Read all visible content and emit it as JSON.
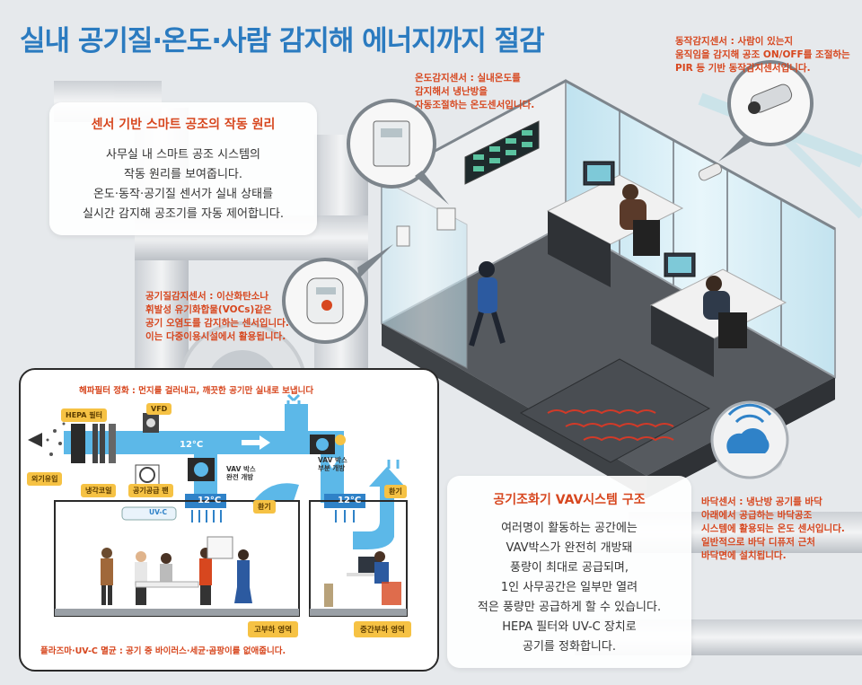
{
  "title": "실내 공기질·온도·사람 감지해 에너지까지 절감",
  "annotations": {
    "motion": [
      "동작감지센서 : 사람이 있는지",
      "움직임을 감지해 공조 ON/OFF를 조절하는",
      "PIR 등 기반 동작감지센서입니다."
    ],
    "temperature": [
      "온도감지센서 : 실내온도를",
      "감지해서 냉난방을",
      "자동조절하는 온도센서입니다."
    ],
    "air_quality": [
      "공기질감지센서 : 이산화탄소나",
      "휘발성 유기화합물(VOCs)같은",
      "공기 오염도를 감지하는 센서입니다.",
      "이는 다중이용시설에서 활용됩니다."
    ],
    "floor": [
      "바닥센서 : 냉난방 공기를 바닥",
      "아래에서 공급하는 바닥공조",
      "시스템에 활용되는 온도 센서입니다.",
      "일반적으로 바닥 디퓨저 근처",
      "바닥면에 설치됩니다."
    ]
  },
  "principle_card": {
    "title": "센서 기반 스마트 공조의 작동 원리",
    "lines": [
      "사무실 내 스마트 공조 시스템의",
      "작동 원리를 보여줍니다.",
      "온도·동작·공기질 센서가 실내 상태를",
      "실시간 감지해 공조기를 자동 제어합니다."
    ]
  },
  "vav_card": {
    "title": "공기조화기 VAV시스템 구조",
    "lines": [
      "여러명이 활동하는 공간에는",
      "VAV박스가 완전히 개방돼",
      "풍량이 최대로 공급되며,",
      "1인 사무공간은 일부만 열려",
      "적은 풍량만 공급하게 할 수 있습니다.",
      "HEPA 필터와 UV-C 장치로",
      "공기를 정화합니다."
    ]
  },
  "diagram": {
    "hepa_note": "헤파필터 정화 : 먼지를 걸러내고, 깨끗한 공기만 실내로 보냅니다",
    "plasma_note": "플라즈마·UV-C 멸균 : 공기 중 바이러스·세균·곰팡이를 없애줍니다.",
    "labels": {
      "hepa_filter": "HEPA 필터",
      "vfd": "VFD",
      "outdoor_intake": "외기유입",
      "cooling_coil": "냉각코일",
      "supply_fan": "공기공급 팬",
      "vav_full": "VAV 박스\n완전 개방",
      "vav_partial": "VAV 박스\n부분 개방",
      "exhaust_1": "환기",
      "exhaust_2": "환기",
      "temp_main": "12°C",
      "temp_left": "12°C",
      "temp_right": "12°C",
      "uvc": "UV-C",
      "high_load": "고부하 영역",
      "mid_load": "중간부하 영역"
    }
  },
  "colors": {
    "title": "#2b7bc0",
    "annotation": "#d7471f",
    "duct": "#5cb8e8",
    "tag": "#f6c244"
  }
}
